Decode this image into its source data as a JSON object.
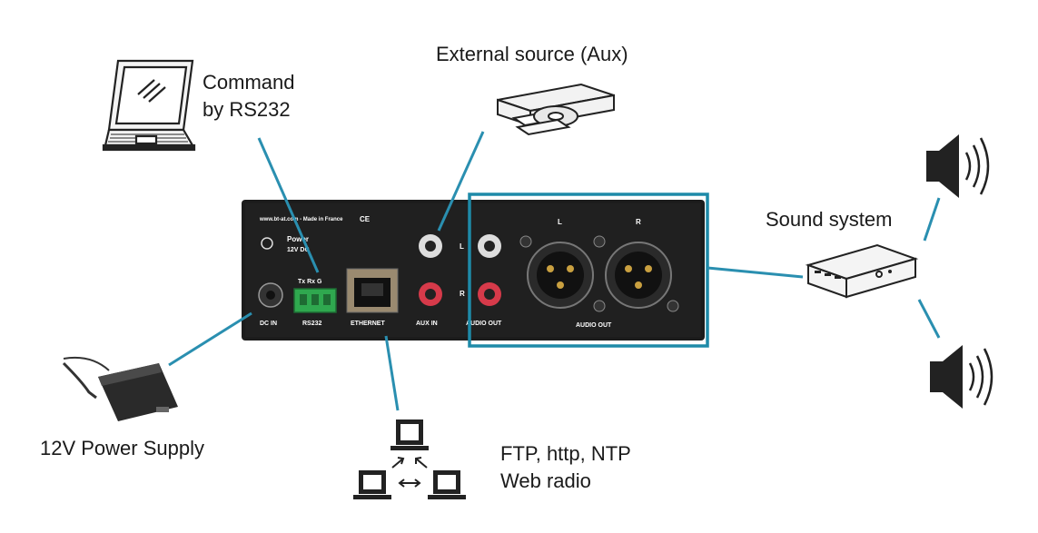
{
  "labels": {
    "command": [
      "Command",
      "by RS232"
    ],
    "external_source": "External source (Aux)",
    "sound_system": "Sound system",
    "power_supply": "12V Power Supply",
    "network": [
      "FTP, http, NTP",
      "Web radio"
    ]
  },
  "device": {
    "brand_line": "www.bt-at.com - Made in France",
    "ce_mark": "CE",
    "power_label": "Power",
    "power_spec": "12V DC",
    "rs232_pins": "Tx Rx G",
    "ports": {
      "dc_in": "DC IN",
      "rs232": "RS232",
      "ethernet": "ETHERNET",
      "aux_in": "AUX IN",
      "audio_out_rca": "AUDIO OUT",
      "audio_out_xlr": "AUDIO OUT"
    },
    "channel_left": "L",
    "channel_right": "R"
  },
  "colors": {
    "connector_line": "#2a8fb0",
    "highlight_box": "#1e8aa8",
    "device_body": "#1c1c1c"
  },
  "icons": [
    "laptop-icon",
    "dvd-player-icon",
    "amplifier-icon",
    "speaker-icon",
    "power-adapter-icon",
    "network-computers-icon"
  ]
}
